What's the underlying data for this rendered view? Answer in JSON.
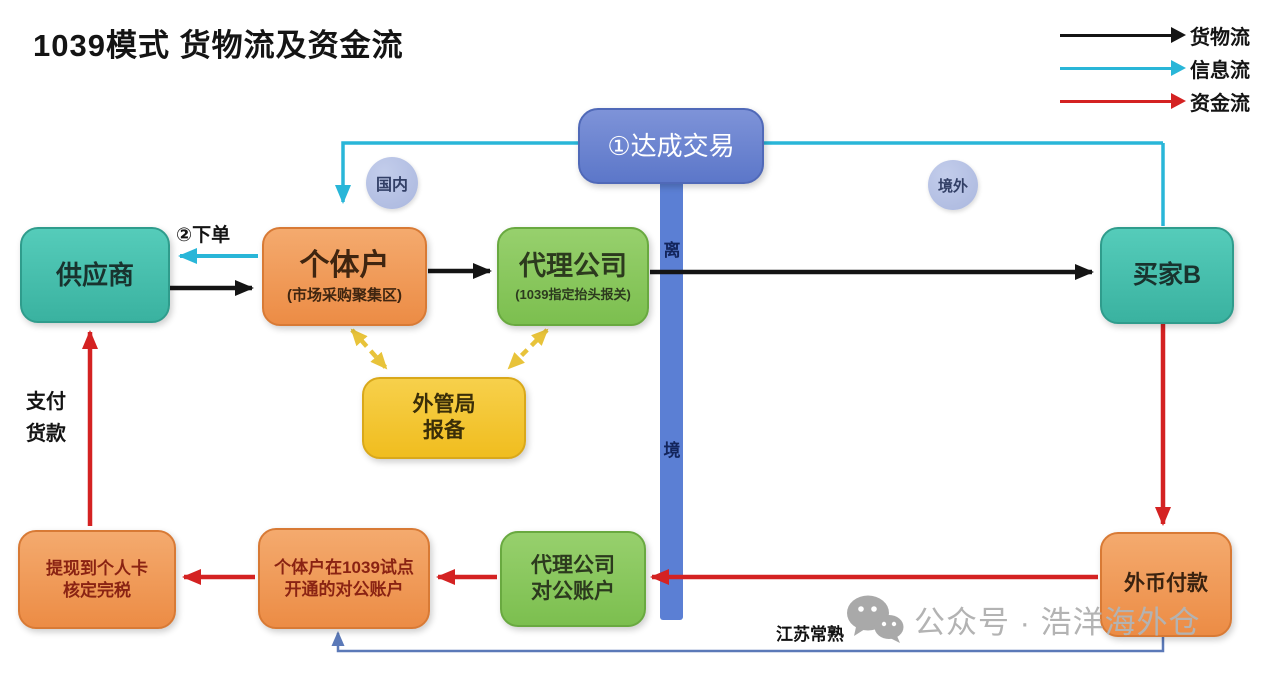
{
  "title": "1039模式 货物流及资金流",
  "legend": {
    "goods": {
      "label": "货物流",
      "color": "#141414"
    },
    "info": {
      "label": "信息流",
      "color": "#29b6d8"
    },
    "money": {
      "label": "资金流",
      "color": "#d42222"
    }
  },
  "nodes": {
    "deal": "①达成交易",
    "supplier": "供应商",
    "individual_title": "个体户",
    "individual_sub": "(市场采购聚集区)",
    "agent_title": "代理公司",
    "agent_sub": "(1039指定抬头报关)",
    "buyer": "买家B",
    "safe_filing": "外管局\n报备",
    "withdraw": "提现到个人卡\n核定完税",
    "pilot_account": "个体户在1039试点\n开通的对公账户",
    "agent_account": "代理公司\n对公账户",
    "foreign_payment": "外币付款"
  },
  "labels": {
    "domestic": "国内",
    "overseas": "境外",
    "order": "②下单",
    "pay_goods": "支付\n货款",
    "border_char_top": "离",
    "border_char_bottom": "境",
    "location": "江苏常熟",
    "watermark": "公众号 · 浩洋海外仓"
  },
  "colors": {
    "goods_flow": "#141414",
    "info_flow": "#29b6d8",
    "money_flow": "#d42222",
    "teal_box": "#45c4b2",
    "orange_box": "#f09a5c",
    "green_box": "#8bc961",
    "yellow_box": "#f5c93a",
    "deal_box_blue": "#6a83d0",
    "customs_bar_blue": "#5b7fd4",
    "region_circle": "#b7c2e4",
    "report_dashed_yellow": "#e8c33a",
    "bottom_info_line": "#5b79b8"
  }
}
